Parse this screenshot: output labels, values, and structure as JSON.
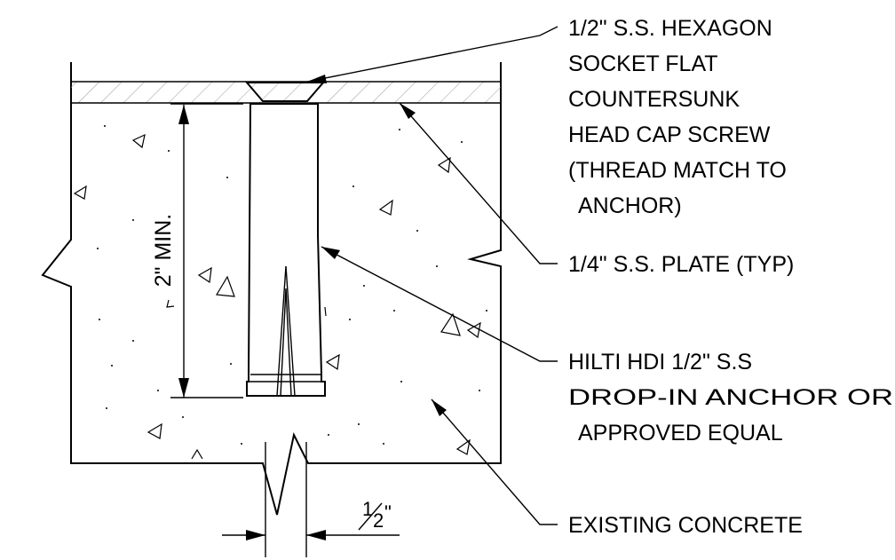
{
  "callouts": {
    "screw": [
      "1/2\" S.S. HEXAGON",
      "SOCKET FLAT",
      "COUNTERSUNK",
      "HEAD CAP SCREW",
      "(THREAD MATCH TO",
      "ANCHOR)"
    ],
    "plate": [
      "1/4\" S.S. PLATE (TYP)"
    ],
    "anchor": [
      "HILTI HDI 1/2\" S.S",
      "DROP-IN ANCHOR OR",
      "APPROVED EQUAL"
    ],
    "concrete": [
      "EXISTING CONCRETE"
    ]
  },
  "dimensions": {
    "embedment": "2\" MIN.",
    "diameter_num": "1",
    "diameter_den": "2",
    "diameter_unit": "\""
  }
}
